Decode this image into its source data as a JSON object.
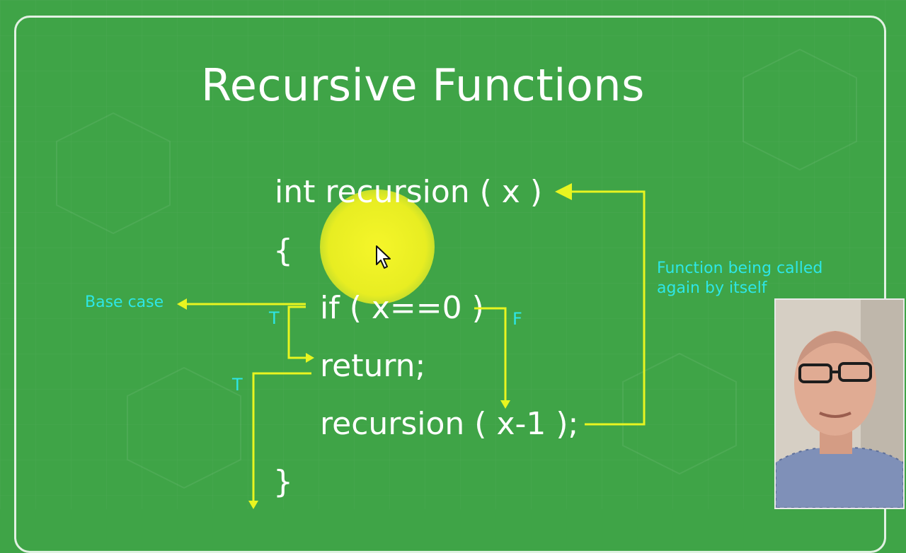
{
  "slide": {
    "title": "Recursive Functions"
  },
  "code": {
    "line1": "int recursion ( x )",
    "line2": "{",
    "line3": "if ( x==0 )",
    "line4": "return;",
    "line5": "recursion ( x-1 );",
    "line6": "}"
  },
  "annotations": {
    "base_case": "Base case",
    "self_call_line1": "Function being called",
    "self_call_line2": "again by itself",
    "true_flag_1": "T",
    "true_flag_2": "T",
    "false_flag": "F"
  },
  "colors": {
    "background": "#3fa447",
    "arrow": "#e8f520",
    "annotation": "#2ee6e6",
    "highlight": "#fff728"
  },
  "icons": {
    "cursor": "mouse-pointer-icon"
  }
}
